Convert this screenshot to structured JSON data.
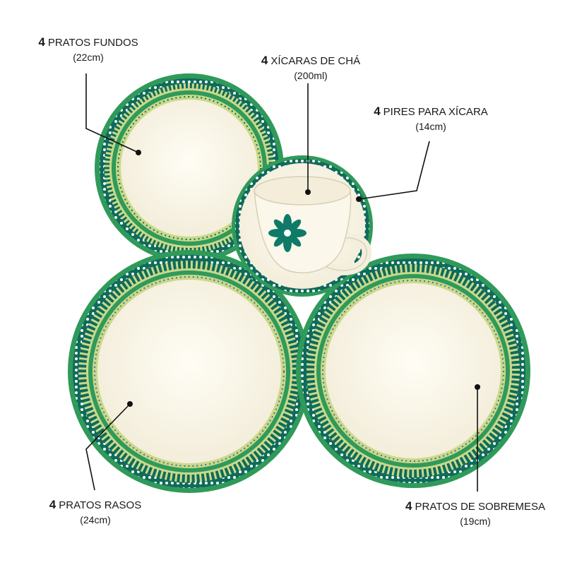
{
  "colors": {
    "rim_green": "#2f9a5a",
    "rim_dark": "#0f6b5a",
    "rim_light": "#c9d98a",
    "porcelain": "#fbf7ea",
    "leader_line": "#111111"
  },
  "labels": {
    "pratos_fundos": {
      "qty": "4",
      "name": "PRATOS FUNDOS",
      "size": "(22cm)"
    },
    "xicaras_de_cha": {
      "qty": "4",
      "name": "XÍCARAS DE CHÁ",
      "size": "(200ml)"
    },
    "pires_para_xicara": {
      "qty": "4",
      "name": "PIRES PARA XÍCARA",
      "size": "(14cm)"
    },
    "pratos_rasos": {
      "qty": "4",
      "name": "PRATOS RASOS",
      "size": "(24cm)"
    },
    "pratos_de_sobremesa": {
      "qty": "4",
      "name": "PRATOS DE SOBREMESA",
      "size": "(19cm)"
    }
  }
}
